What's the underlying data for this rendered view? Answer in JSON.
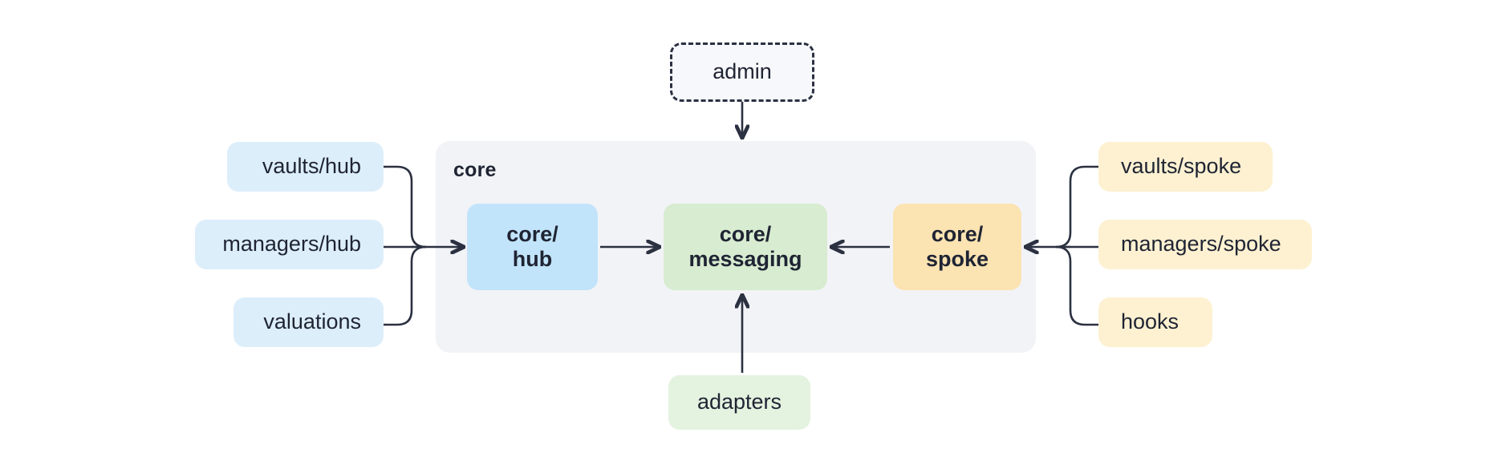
{
  "diagram": {
    "title": "core hub-and-spoke module dependency diagram",
    "group": {
      "label": "core",
      "background": "#f2f3f7"
    },
    "colors": {
      "blue_light": "#ddeefb",
      "blue_medium": "#c2e4fb",
      "green_medium": "#d7ecd0",
      "green_light": "#e4f2e0",
      "amber_medium": "#fbe3b2",
      "amber_light": "#fdf1d1",
      "group_bg": "#f2f3f7",
      "admin_bg": "#f7f8fc",
      "stroke": "#2b3141",
      "text": "#1f2433"
    },
    "nodes": {
      "admin": {
        "label": "admin",
        "style": "dashed"
      },
      "left_inputs": [
        {
          "id": "vaults-hub",
          "label": "vaults/hub"
        },
        {
          "id": "managers-hub",
          "label": "managers/hub"
        },
        {
          "id": "valuations",
          "label": "valuations"
        }
      ],
      "core_chain": [
        {
          "id": "core-hub",
          "label": "core/\nhub"
        },
        {
          "id": "core-messaging",
          "label": "core/\nmessaging"
        },
        {
          "id": "core-spoke",
          "label": "core/\nspoke"
        }
      ],
      "right_inputs": [
        {
          "id": "vaults-spoke",
          "label": "vaults/spoke"
        },
        {
          "id": "managers-spoke",
          "label": "managers/spoke"
        },
        {
          "id": "hooks",
          "label": "hooks"
        }
      ],
      "bottom": {
        "id": "adapters",
        "label": "adapters"
      }
    },
    "edges": [
      {
        "from": "admin",
        "to": "core",
        "direction": "down"
      },
      {
        "from": "vaults/hub",
        "to": "core/hub",
        "direction": "right"
      },
      {
        "from": "managers/hub",
        "to": "core/hub",
        "direction": "right"
      },
      {
        "from": "valuations",
        "to": "core/hub",
        "direction": "right"
      },
      {
        "from": "core/hub",
        "to": "core/messaging",
        "direction": "right"
      },
      {
        "from": "core/spoke",
        "to": "core/messaging",
        "direction": "left"
      },
      {
        "from": "vaults/spoke",
        "to": "core/spoke",
        "direction": "left"
      },
      {
        "from": "managers/spoke",
        "to": "core/spoke",
        "direction": "left"
      },
      {
        "from": "hooks",
        "to": "core/spoke",
        "direction": "left"
      },
      {
        "from": "adapters",
        "to": "core/messaging",
        "direction": "up"
      }
    ]
  }
}
